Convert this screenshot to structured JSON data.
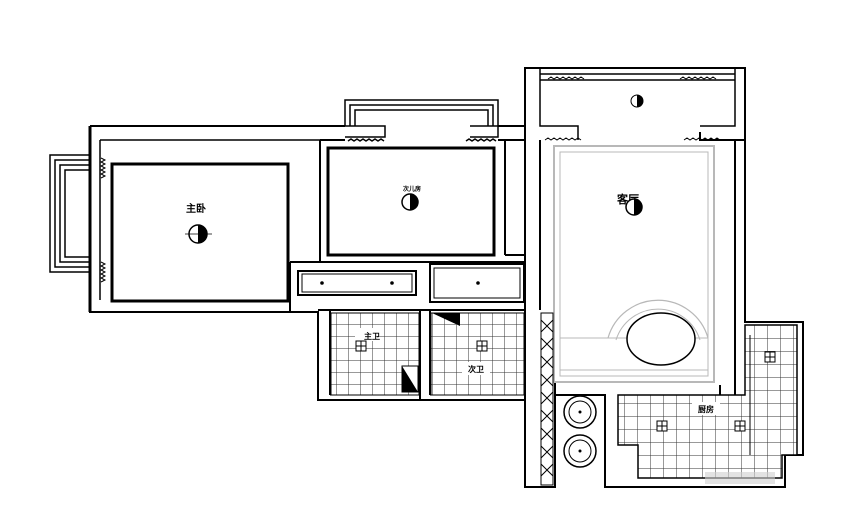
{
  "floorplan": {
    "rooms": {
      "master_bedroom": {
        "label": "主卧"
      },
      "kids_room": {
        "label": "次儿房"
      },
      "living_room": {
        "label": "客厅"
      },
      "master_bath": {
        "label": "主卫"
      },
      "second_bath": {
        "label": "次卫"
      },
      "kitchen": {
        "label": "厨房"
      }
    },
    "colors": {
      "line": "#000000",
      "grid": "#333333",
      "furniture_gray": "#b8b8b8",
      "watermark": "#d0d0d0"
    }
  }
}
